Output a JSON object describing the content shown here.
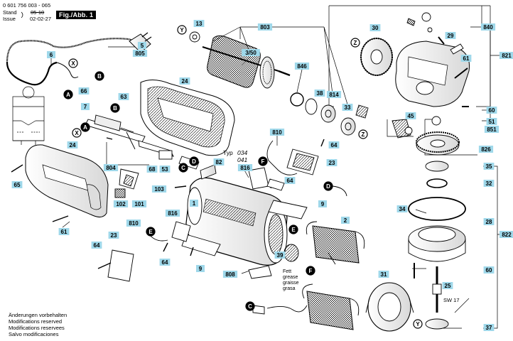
{
  "header": {
    "part_number": "0 601 756 003 - 065",
    "fig_label": "Fig./Abb. 1",
    "stand_label": "Stand",
    "stand_value": "05-10",
    "issue_label": "Issue",
    "issue_value": "02-02-27"
  },
  "footer": {
    "lines": [
      "Änderungen vorbehalten",
      "Modifications reserved",
      "Modifications reservees",
      "Salvo modificaciones"
    ]
  },
  "typ_label": "Typ",
  "typ_values": [
    "034",
    "041"
  ],
  "grease_text": [
    "Fett",
    "grease",
    "graisse",
    "grasa"
  ],
  "sw_label": "SW 17",
  "colors": {
    "callout_fill": "#9fd8ea",
    "line": "#000000",
    "letter_badge": "#000000"
  },
  "callouts": [
    {
      "id": "c5",
      "text": "5"
    },
    {
      "id": "c805",
      "text": "805"
    },
    {
      "id": "c6",
      "text": "6"
    },
    {
      "id": "c66",
      "text": "66"
    },
    {
      "id": "c63",
      "text": "63"
    },
    {
      "id": "c7",
      "text": "7"
    },
    {
      "id": "c24a",
      "text": "24"
    },
    {
      "id": "c24b",
      "text": "24"
    },
    {
      "id": "c13",
      "text": "13"
    },
    {
      "id": "c803",
      "text": "803"
    },
    {
      "id": "c350",
      "text": "3/50"
    },
    {
      "id": "c846",
      "text": "846"
    },
    {
      "id": "c38",
      "text": "38"
    },
    {
      "id": "c814",
      "text": "814"
    },
    {
      "id": "c33",
      "text": "33"
    },
    {
      "id": "c30",
      "text": "30"
    },
    {
      "id": "c840",
      "text": "840"
    },
    {
      "id": "c29",
      "text": "29"
    },
    {
      "id": "c821",
      "text": "821"
    },
    {
      "id": "c61a",
      "text": "61"
    },
    {
      "id": "c60a",
      "text": "60"
    },
    {
      "id": "c45",
      "text": "45"
    },
    {
      "id": "c51",
      "text": "51"
    },
    {
      "id": "c851",
      "text": "851"
    },
    {
      "id": "c826",
      "text": "826"
    },
    {
      "id": "c810a",
      "text": "810"
    },
    {
      "id": "c64a",
      "text": "64"
    },
    {
      "id": "c23a",
      "text": "23"
    },
    {
      "id": "c816a",
      "text": "816"
    },
    {
      "id": "c64b",
      "text": "64"
    },
    {
      "id": "c82",
      "text": "82"
    },
    {
      "id": "c53",
      "text": "53"
    },
    {
      "id": "c68",
      "text": "68"
    },
    {
      "id": "c804",
      "text": "804"
    },
    {
      "id": "c102",
      "text": "102"
    },
    {
      "id": "c101",
      "text": "101"
    },
    {
      "id": "c103",
      "text": "103"
    },
    {
      "id": "c65",
      "text": "65"
    },
    {
      "id": "c61b",
      "text": "61"
    },
    {
      "id": "c1",
      "text": "1"
    },
    {
      "id": "c9a",
      "text": "9"
    },
    {
      "id": "c9b",
      "text": "9"
    },
    {
      "id": "c816b",
      "text": "816"
    },
    {
      "id": "c810b",
      "text": "810"
    },
    {
      "id": "c64c",
      "text": "64"
    },
    {
      "id": "c64d",
      "text": "64"
    },
    {
      "id": "c23b",
      "text": "23"
    },
    {
      "id": "c808",
      "text": "808"
    },
    {
      "id": "c2",
      "text": "2"
    },
    {
      "id": "c39",
      "text": "39"
    },
    {
      "id": "c31",
      "text": "31"
    },
    {
      "id": "c35",
      "text": "35"
    },
    {
      "id": "c32",
      "text": "32"
    },
    {
      "id": "c34",
      "text": "34"
    },
    {
      "id": "c28",
      "text": "28"
    },
    {
      "id": "c822",
      "text": "822"
    },
    {
      "id": "c60b",
      "text": "60"
    },
    {
      "id": "c25",
      "text": "25"
    },
    {
      "id": "c37",
      "text": "37"
    }
  ],
  "letters": [
    {
      "id": "lXa",
      "text": "X"
    },
    {
      "id": "lBa",
      "text": "B"
    },
    {
      "id": "lAa",
      "text": "A"
    },
    {
      "id": "lXb",
      "text": "X"
    },
    {
      "id": "lBb",
      "text": "B"
    },
    {
      "id": "lAb",
      "text": "A"
    },
    {
      "id": "lYa",
      "text": "Y"
    },
    {
      "id": "lZa",
      "text": "Z"
    },
    {
      "id": "lZb",
      "text": "Z"
    },
    {
      "id": "lDa",
      "text": "D"
    },
    {
      "id": "lCa",
      "text": "C"
    },
    {
      "id": "lFa",
      "text": "F"
    },
    {
      "id": "lEa",
      "text": "E"
    },
    {
      "id": "lEb",
      "text": "E"
    },
    {
      "id": "lDb",
      "text": "D"
    },
    {
      "id": "lFb",
      "text": "F"
    },
    {
      "id": "lCb",
      "text": "C"
    },
    {
      "id": "lYb",
      "text": "Y"
    }
  ]
}
